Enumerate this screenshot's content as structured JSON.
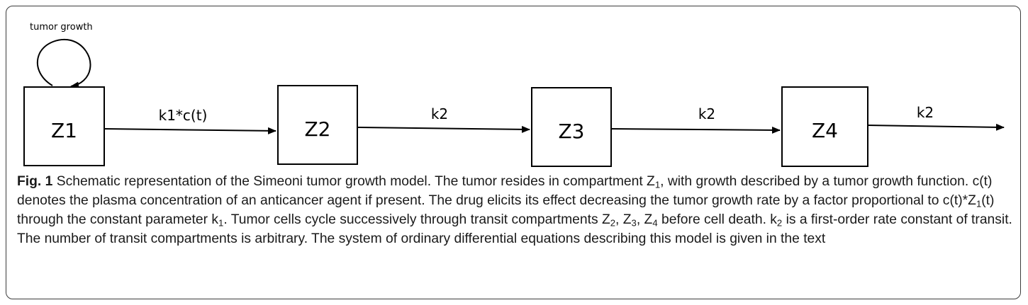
{
  "diagram": {
    "loop_label": "tumor growth",
    "nodes": [
      {
        "id": "z1",
        "label": "Z1"
      },
      {
        "id": "z2",
        "label": "Z2"
      },
      {
        "id": "z3",
        "label": "Z3"
      },
      {
        "id": "z4",
        "label": "Z4"
      }
    ],
    "edges": [
      {
        "from": "z1",
        "to": "z2",
        "label": "k1*c(t)"
      },
      {
        "from": "z2",
        "to": "z3",
        "label": "k2"
      },
      {
        "from": "z3",
        "to": "z4",
        "label": "k2"
      },
      {
        "from": "z4",
        "to": "out",
        "label": "k2"
      }
    ]
  },
  "caption": {
    "fig_label": "Fig. 1",
    "s1": " Schematic representation of the Simeoni tumor growth model. The tumor resides in compartment Z",
    "sub_1a": "1",
    "s2": ", with growth described by a tumor growth function. c(t) denotes the plasma concentration of an anticancer agent if present. The drug elicits its effect decreasing the tumor growth rate by a factor proportional to c(t)*Z",
    "sub_1b": "1",
    "s3": "(t) through the constant parameter k",
    "sub_1c": "1",
    "s4": ". Tumor cells cycle successively through transit compartments Z",
    "sub_2a": "2",
    "s5": ", Z",
    "sub_3": "3",
    "s6": ", Z",
    "sub_4": "4",
    "s7": " before cell death. k",
    "sub_2b": "2",
    "s8": " is a first-order rate constant of transit. The number of transit compartments is arbitrary. The system of ordinary differential equations describing this model is given in the text"
  }
}
